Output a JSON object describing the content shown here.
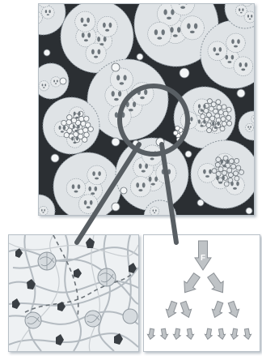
{
  "figure": {
    "force_label": "F",
    "colors": {
      "particle_fill": "#dfe3e6",
      "particle_stroke": "#8c969e",
      "binder": "#2b2f33",
      "magnifier": "#585e63",
      "arrow_fill": "#bfc3c6",
      "arrow_stroke": "#8c9196"
    },
    "force_pyramid_rows": [
      1,
      2,
      4,
      8
    ]
  }
}
